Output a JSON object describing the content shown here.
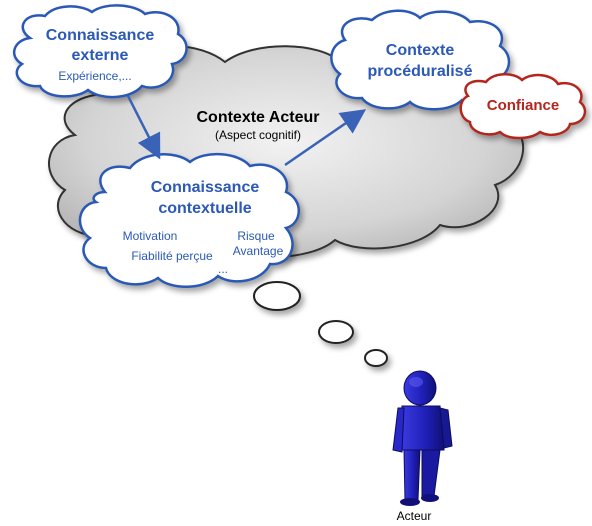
{
  "diagram": {
    "main_cloud": {
      "title": "Contexte Acteur",
      "subtitle": "(Aspect cognitif)"
    },
    "external_knowledge": {
      "title_line1": "Connaissance",
      "title_line2": "externe",
      "item": "Expérience,..."
    },
    "proceduralized": {
      "title_line1": "Contexte",
      "title_line2": "procéduralisé"
    },
    "trust": {
      "label": "Confiance"
    },
    "contextual_knowledge": {
      "title_line1": "Connaissance",
      "title_line2": "contextuelle",
      "items": {
        "motivation": "Motivation",
        "risk": "Risque",
        "reliability": "Fiabilité perçue",
        "advantage": "Avantage",
        "more": "..."
      }
    },
    "actor": {
      "label": "Acteur"
    }
  },
  "colors": {
    "blue": "#2b59b5",
    "red": "#b3261e",
    "gray_cloud": "#d0d0d0",
    "figure": "#2424c8"
  }
}
